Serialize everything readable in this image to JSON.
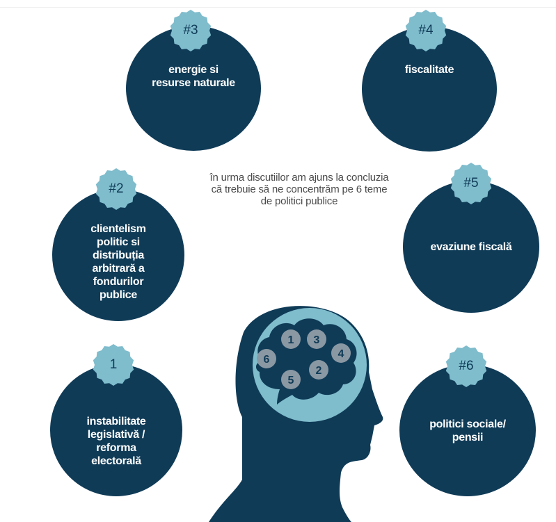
{
  "intro_text": "în urma discutiilor am ajuns la concluzia că trebuie să ne concentrăm pe 6 teme de politici publice",
  "topics": [
    {
      "badge": "#3",
      "label": "energie si\nresurse naturale"
    },
    {
      "badge": "#4",
      "label": "fiscalitate"
    },
    {
      "badge": "#2",
      "label": "clientelism\npolitic si\ndistribuția\narbitrară a\nfondurilor\npublice"
    },
    {
      "badge": "#5",
      "label": "evaziune fiscală"
    },
    {
      "badge": "1",
      "label": "instabilitate\nlegislativă /\nreforma\nelectorală"
    },
    {
      "badge": "#6",
      "label": "politici sociale/\npensii"
    }
  ],
  "brain_numbers": [
    "1",
    "3",
    "4",
    "2",
    "5",
    "6"
  ],
  "colors": {
    "navy": "#0f3b57",
    "teal": "#7fbccc",
    "grey_dot": "#8a98a3"
  }
}
